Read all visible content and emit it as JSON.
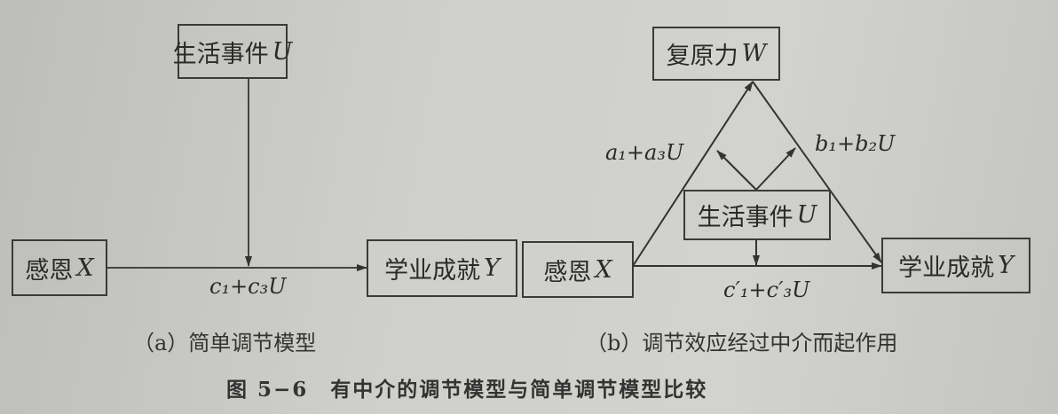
{
  "panel_a": {
    "moderator": {
      "text": "生活事件",
      "var": "U"
    },
    "predictor": {
      "text": "感恩",
      "var": "X"
    },
    "outcome": {
      "text": "学业成就",
      "var": "Y"
    },
    "path_label": "c₁+c₃U",
    "caption": "（a）简单调节模型"
  },
  "panel_b": {
    "mediator": {
      "text": "复原力",
      "var": "W"
    },
    "moderator": {
      "text": "生活事件",
      "var": "U"
    },
    "predictor": {
      "text": "感恩",
      "var": "X"
    },
    "outcome": {
      "text": "学业成就",
      "var": "Y"
    },
    "path_a_label": "a₁+a₃U",
    "path_b_label": "b₁+b₂U",
    "path_c_label": "c′₁+c′₃U",
    "caption": "（b）调节效应经过中介而起作用"
  },
  "figure_caption": "图 5−6　有中介的调节模型与简单调节模型比较"
}
